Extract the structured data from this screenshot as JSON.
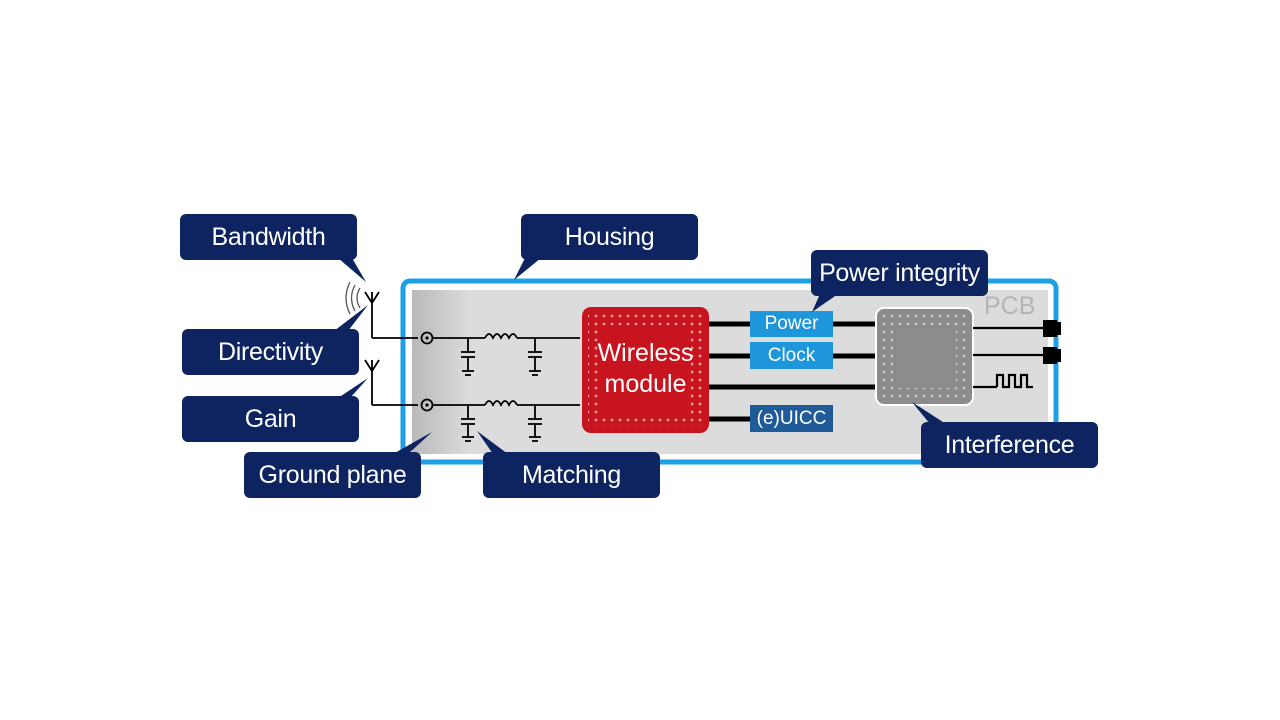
{
  "callouts": {
    "bandwidth": "Bandwidth",
    "housing": "Housing",
    "power_integrity": "Power integrity",
    "directivity": "Directivity",
    "gain": "Gain",
    "ground_plane": "Ground plane",
    "matching": "Matching",
    "interference": "Interference"
  },
  "board": {
    "pcb_label": "PCB",
    "module_line1": "Wireless",
    "module_line2": "module"
  },
  "signals": {
    "power": "Power",
    "clock": "Clock",
    "euicc": "(e)UICC"
  },
  "colors": {
    "callout_bg": "#0d2461",
    "housing_border": "#1ea0e6",
    "module_red": "#c8141e",
    "signal_light_blue": "#1e96dc",
    "signal_dark_blue": "#1f5b99",
    "chip_gray": "#8c8c8c",
    "pcb_gray": "#dcdcdc"
  }
}
